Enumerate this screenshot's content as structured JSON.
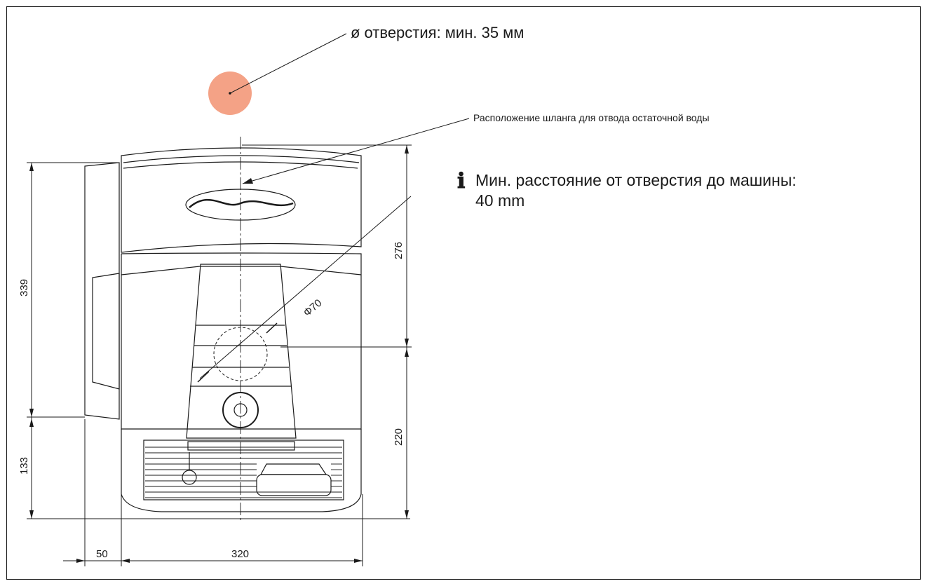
{
  "diagram": {
    "hole_label": "ø отверстия: мин. 35 мм",
    "hose_label": "Расположение шланга для отвода остаточной воды",
    "info": {
      "icon": "info-icon",
      "line1": "Мин. расстояние от отверстия до машины:",
      "line2": "40 mm"
    },
    "dimensions": {
      "height_upper": "339",
      "height_lower": "133",
      "right_upper": "276",
      "right_lower": "220",
      "width_left": "50",
      "width_main": "320",
      "diameter": "Φ70"
    },
    "colors": {
      "hole_marker": "#f4a286",
      "line": "#1a1a1a"
    }
  }
}
